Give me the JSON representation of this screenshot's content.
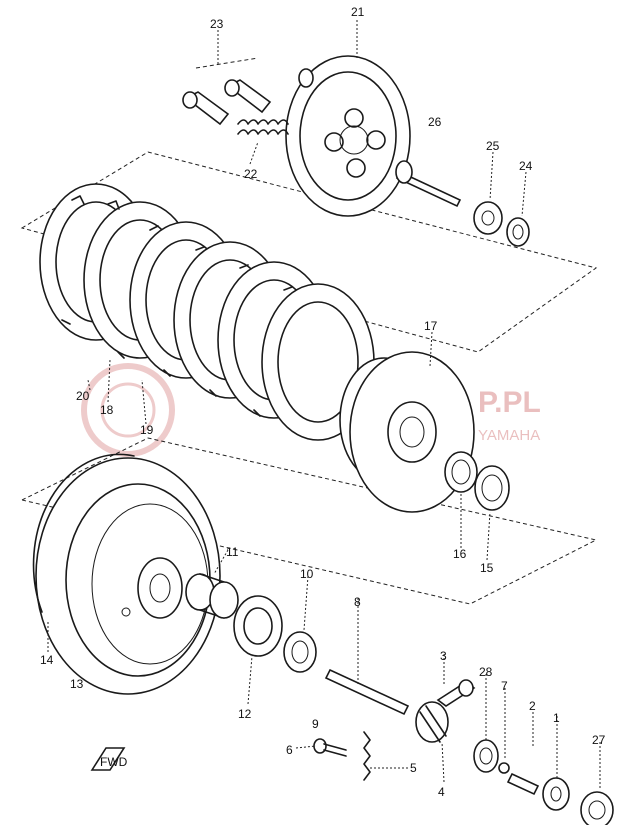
{
  "watermark": {
    "brand": "P.PL",
    "tagline": "YAMAHA",
    "color": "#d98c8c"
  },
  "labels": {
    "p1": "1",
    "p2": "2",
    "p3": "3",
    "p4": "4",
    "p5": "5",
    "p6": "6",
    "p7": "7",
    "p8": "8",
    "p9": "9",
    "p10": "10",
    "p11": "11",
    "p12": "12",
    "p13": "13",
    "p14": "14",
    "p15": "15",
    "p16": "16",
    "p17": "17",
    "p18": "18",
    "p19": "19",
    "p20": "20",
    "p21": "21",
    "p22": "22",
    "p23": "23",
    "p24": "24",
    "p25": "25",
    "p26": "26",
    "p27": "27",
    "p28": "28"
  },
  "front_marker": "FWD"
}
